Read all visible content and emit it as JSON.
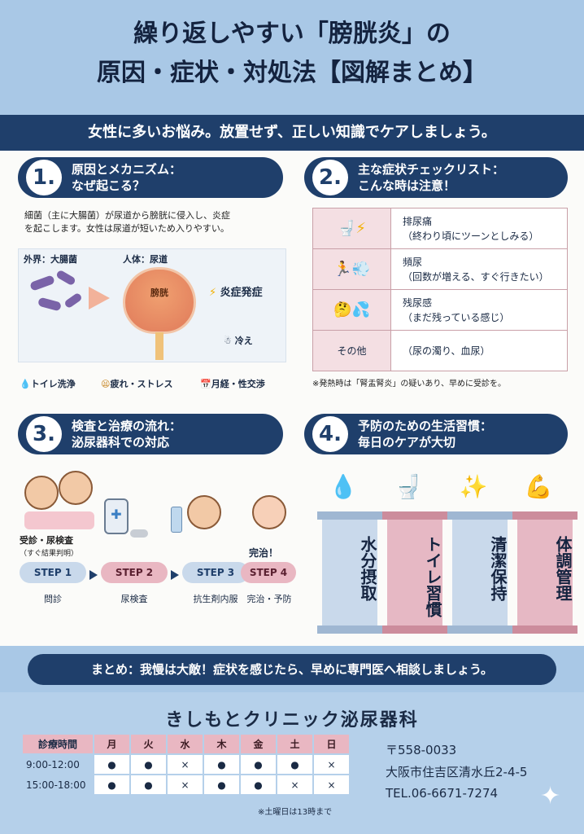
{
  "title": {
    "line1": "繰り返しやすい「膀胱炎」の",
    "line2": "原因・症状・対処法【図解まとめ】"
  },
  "subtitle": "女性に多いお悩み。放置せず、正しい知識でケアしましょう。",
  "section1": {
    "num": "1.",
    "heading1": "原因とメカニズム：",
    "heading2": "なぜ起こる？",
    "desc1": "細菌（主に大腸菌）が尿道から膀胱に侵入し、炎症",
    "desc2": "を起こします。女性は尿道が短いため入りやすい。",
    "tag_external": "外界：大腸菌",
    "tag_body": "人体：尿道",
    "tag_bladder": "膀胱",
    "tag_inflam": "炎症発症",
    "tag_cold": "冷え",
    "factor1": "トイレ洗浄",
    "factor2": "疲れ・ストレス",
    "factor3": "月経・性交渉"
  },
  "section2": {
    "num": "2.",
    "heading1": "主な症状チェックリスト：",
    "heading2": "こんな時は注意！",
    "rows": [
      {
        "label": "排尿痛",
        "detail": "（終わり頃にツーンとしみる）"
      },
      {
        "label": "頻尿",
        "detail": "（回数が増える、すぐ行きたい）"
      },
      {
        "label": "残尿感",
        "detail": "（まだ残っている感じ）"
      },
      {
        "label": "その他",
        "detail": "（尿の濁り、血尿）"
      }
    ],
    "note": "※発熱時は「腎盂腎炎」の疑いあり、早めに受診を。"
  },
  "section3": {
    "num": "3.",
    "heading1": "検査と治療の流れ：",
    "heading2": "泌尿器科での対応",
    "caption1": "受診・尿検査",
    "caption2": "（すぐ結果判明）",
    "done": "完治！",
    "steps": [
      {
        "label": "STEP 1",
        "text": "問診"
      },
      {
        "label": "STEP 2",
        "text": "尿検査"
      },
      {
        "label": "STEP 3",
        "text": "抗生剤内服"
      },
      {
        "label": "STEP 4",
        "text": "完治・予防"
      }
    ]
  },
  "section4": {
    "num": "4.",
    "heading1": "予防のための生活習慣：",
    "heading2": "毎日のケアが大切",
    "pillars": [
      {
        "text": "水分摂取",
        "icon": "water-drop-icon",
        "color": "#c9d9eb"
      },
      {
        "text": "トイレ習慣",
        "icon": "toilet-icon",
        "color": "#e6b8c4"
      },
      {
        "text": "清潔保持",
        "icon": "sparkle-icon",
        "color": "#c9d9eb"
      },
      {
        "text": "体調管理",
        "icon": "muscle-icon",
        "color": "#e6b8c4"
      }
    ]
  },
  "summary": "まとめ：我慢は大敵！症状を感じたら、早めに専門医へ相談しましょう。",
  "clinic": {
    "name": "きしもとクリニック泌尿器科",
    "hours_label": "診療時間",
    "days": [
      "月",
      "火",
      "水",
      "木",
      "金",
      "土",
      "日"
    ],
    "slots": [
      {
        "time": "9:00-12:00",
        "marks": [
          "●",
          "●",
          "×",
          "●",
          "●",
          "●",
          "×"
        ]
      },
      {
        "time": "15:00-18:00",
        "marks": [
          "●",
          "●",
          "×",
          "●",
          "●",
          "×",
          "×"
        ]
      }
    ],
    "note": "※土曜日は13時まで",
    "postal": "〒558-0033",
    "address": "大阪市住吉区清水丘2-4-5",
    "tel": "TEL.06-6671-7274"
  },
  "colors": {
    "navy": "#1f3f6b",
    "background": "#a9c8e6",
    "pink": "#e9b7c2"
  }
}
